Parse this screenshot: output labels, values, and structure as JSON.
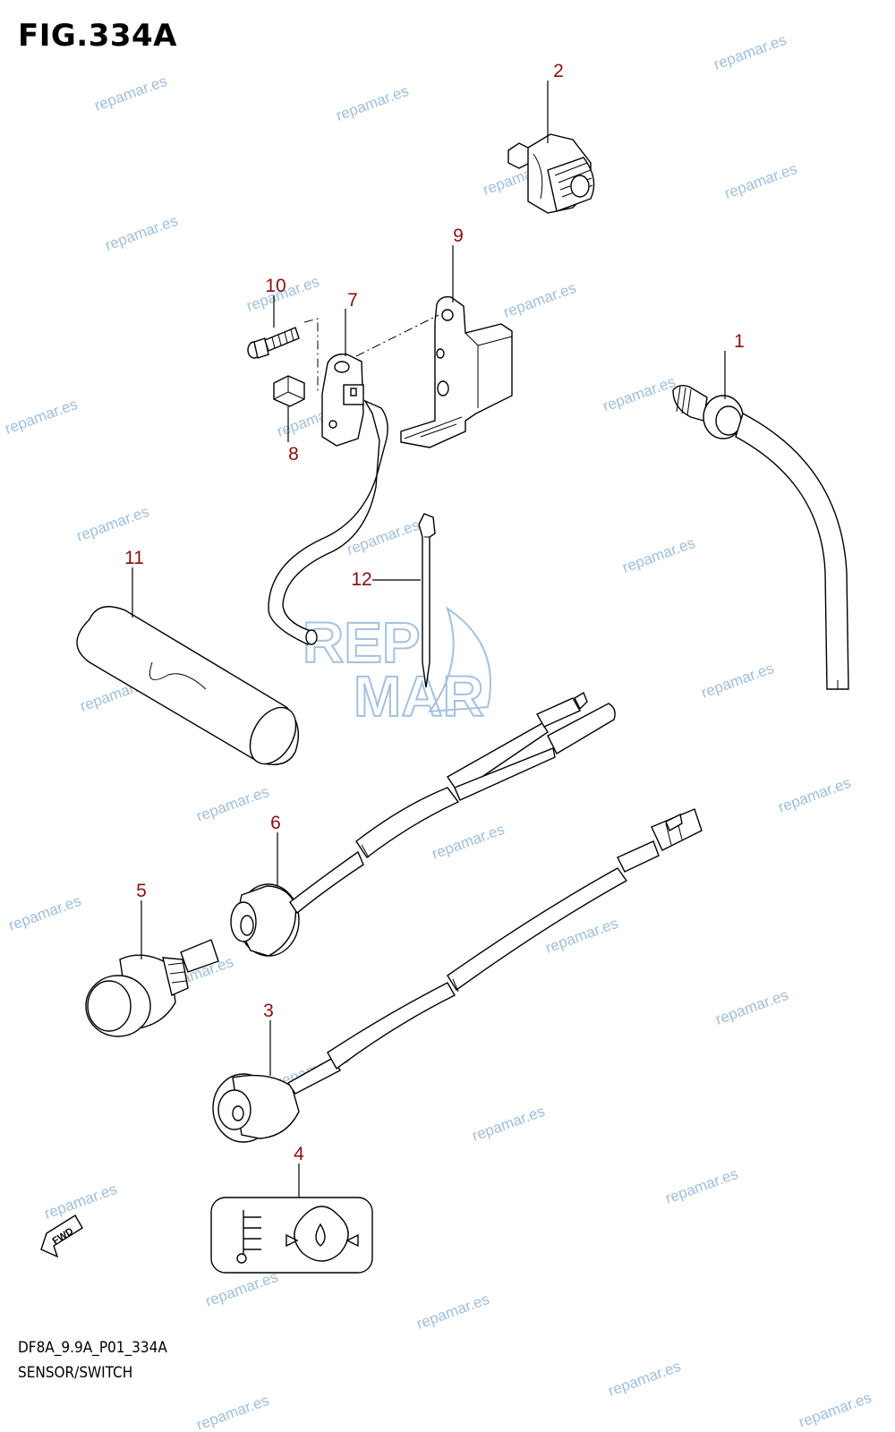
{
  "figure": {
    "title": "FIG.334A",
    "code": "DF8A_9.9A_P01_334A",
    "subtitle": "SENSOR/SWITCH"
  },
  "callouts": [
    "1",
    "2",
    "3",
    "4",
    "5",
    "6",
    "7",
    "8",
    "9",
    "10",
    "11",
    "12"
  ],
  "watermark": {
    "text": "repamar.es",
    "logo_text_1": "REP",
    "logo_text_2": "MAR"
  },
  "direction": {
    "label": "FWD"
  },
  "colors": {
    "callout": "#8a0f0f",
    "watermark": "#8fb3d9"
  }
}
